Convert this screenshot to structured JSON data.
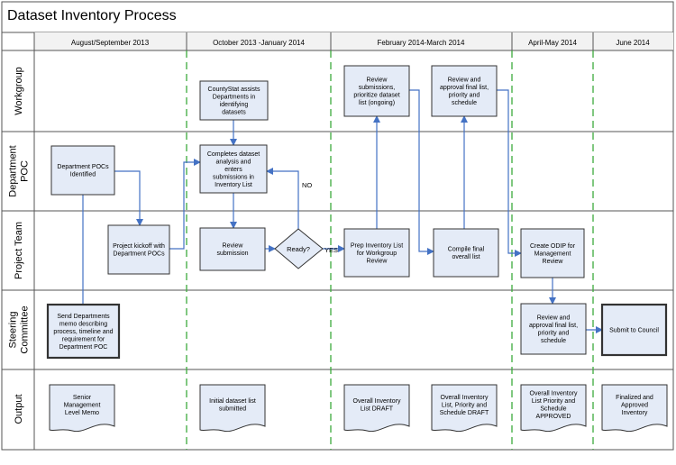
{
  "title": "Dataset Inventory Process",
  "phases": [
    "August/September 2013",
    "October 2013 -January 2014",
    "February 2014-March 2014",
    "April-May 2014",
    "June 2014"
  ],
  "lanes": [
    "Workgroup",
    "Department POC",
    "Project Team",
    "Steering Committee",
    "Output"
  ],
  "lane_label_lines": [
    [
      "Workgroup"
    ],
    [
      "Department",
      "POC"
    ],
    [
      "Project Team"
    ],
    [
      "Steering",
      "Committee"
    ],
    [
      "Output"
    ]
  ],
  "processes": {
    "countystat": [
      "CountyStat assists",
      "Departments in",
      "identifying",
      "datasets"
    ],
    "review_submissions": [
      "Review",
      "submissions,",
      "prioritize dataset",
      "list (ongoing)"
    ],
    "workgroup_approval": [
      "Review and",
      "approval final list,",
      "priority and",
      "schedule"
    ],
    "dept_pocs": [
      "Department POCs",
      "Identified"
    ],
    "complete_analysis": [
      "Completes dataset",
      "analysis and",
      "enters",
      "submissions in",
      "Inventory List"
    ],
    "kickoff": [
      "Project kickoff with",
      "Department POCs"
    ],
    "review_submission": [
      "Review",
      "submission"
    ],
    "prep_inventory": [
      "Prep Inventory List",
      "for Workgroup",
      "Review"
    ],
    "compile_final": [
      "Compile final",
      "overall list"
    ],
    "create_odip": [
      "Create ODIP for",
      "Management",
      "Review"
    ],
    "send_memo": [
      "Send Departments",
      "memo describing",
      "process, timeline and",
      "requirement for",
      "Department POC"
    ],
    "steering_approval": [
      "Review and",
      "approval final list,",
      "priority and",
      "schedule"
    ],
    "submit_council": [
      "Submit to Council"
    ]
  },
  "decision": {
    "label": "Ready?",
    "yes": "YES",
    "no": "NO"
  },
  "documents": {
    "memo": [
      "Senior",
      "Management",
      "Level Memo"
    ],
    "initial_list": [
      "Initial dataset list",
      "submitted"
    ],
    "draft": [
      "Overall Inventory",
      "List DRAFT"
    ],
    "schedule_draft": [
      "Overall Inventory",
      "List, Priority and",
      "Schedule DRAFT"
    ],
    "approved": [
      "Overall Inventory",
      "List Priority and",
      "Schedule",
      "APPROVED"
    ],
    "finalized": [
      "Finalized and",
      "Approved",
      "Inventory"
    ]
  },
  "colors": {
    "box_fill": "#e4ebf7",
    "box_stroke": "#333333",
    "arrow": "#4472c4",
    "phase_divider": "#3daa3d",
    "grid": "#555555",
    "header_fill": "#f2f2f2"
  }
}
